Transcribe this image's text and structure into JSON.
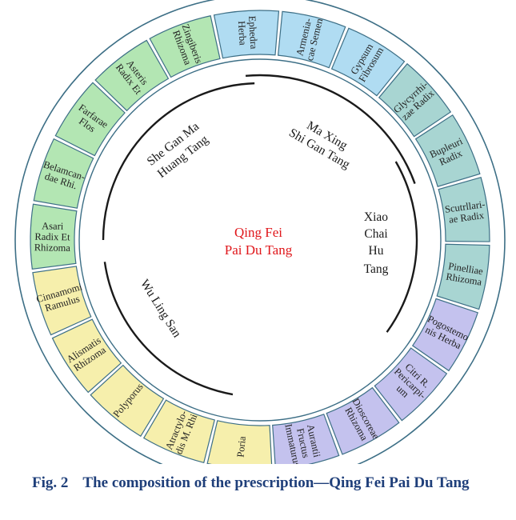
{
  "colors": {
    "ring_border": "#3d6f86",
    "green": "#b3e6b3",
    "blue": "#b0dcf2",
    "teal": "#a8d5d2",
    "yellow": "#f6efac",
    "purple": "#c4c2ee",
    "center_red": "#e0171b",
    "caption_blue": "#1f3f7a"
  },
  "herbs": [
    {
      "color": "blue",
      "lines": [
        "Ephedra",
        "Herba"
      ]
    },
    {
      "color": "blue",
      "lines": [
        "Armenia-",
        "cae Semen"
      ]
    },
    {
      "color": "blue",
      "lines": [
        "Gypsum",
        "Fibrosum"
      ]
    },
    {
      "color": "teal",
      "lines": [
        "Glycyrrhi-",
        "zae Radix"
      ]
    },
    {
      "color": "teal",
      "lines": [
        "Bupleuri",
        "Radix"
      ]
    },
    {
      "color": "teal",
      "lines": [
        "Scutrllari-",
        "ae Radix"
      ]
    },
    {
      "color": "teal",
      "lines": [
        "Pinelliae",
        "Rhizoma"
      ]
    },
    {
      "color": "purple",
      "lines": [
        "Pogostemo",
        "nis Herba"
      ]
    },
    {
      "color": "purple",
      "lines": [
        "Citri R.",
        "Pericarpi-",
        "um"
      ]
    },
    {
      "color": "purple",
      "lines": [
        "Dioscoreae",
        "Rhizoma"
      ]
    },
    {
      "color": "purple",
      "lines": [
        "Aurantii",
        "Fructus",
        "Immaturus"
      ]
    },
    {
      "color": "yellow",
      "lines": [
        "Poria"
      ]
    },
    {
      "color": "yellow",
      "lines": [
        "Atractylo-",
        "dis M. Rhi"
      ]
    },
    {
      "color": "yellow",
      "lines": [
        "Polyporus"
      ]
    },
    {
      "color": "yellow",
      "lines": [
        "Alismatis",
        "Rhizoma"
      ]
    },
    {
      "color": "yellow",
      "lines": [
        "Cinnamomi",
        "Ramulus"
      ]
    },
    {
      "color": "green",
      "lines": [
        "Asari",
        "Radix Et",
        "Rhizoma"
      ]
    },
    {
      "color": "green",
      "lines": [
        "Belamcan-",
        "dae Rhi."
      ]
    },
    {
      "color": "green",
      "lines": [
        "Farfarae",
        "Flos"
      ]
    },
    {
      "color": "green",
      "lines": [
        "Asteris",
        "Radix Et"
      ]
    },
    {
      "color": "green",
      "lines": [
        "Zingiberis",
        "Rhizoma"
      ]
    }
  ],
  "formulas": {
    "ma_xing": [
      "Ma Xing",
      "Shi Gan Tang"
    ],
    "xiao_chai": [
      "Xiao",
      "Chai",
      "Hu",
      "Tang"
    ],
    "wu_ling": [
      "Wu Ling San"
    ],
    "she_gan": [
      "She Gan Ma",
      "Huang Tang"
    ]
  },
  "center": [
    "Qing Fei",
    "Pai Du Tang"
  ],
  "caption": {
    "label": "Fig. 2",
    "text": "The composition of the prescription—Qing Fei Pai Du Tang"
  }
}
